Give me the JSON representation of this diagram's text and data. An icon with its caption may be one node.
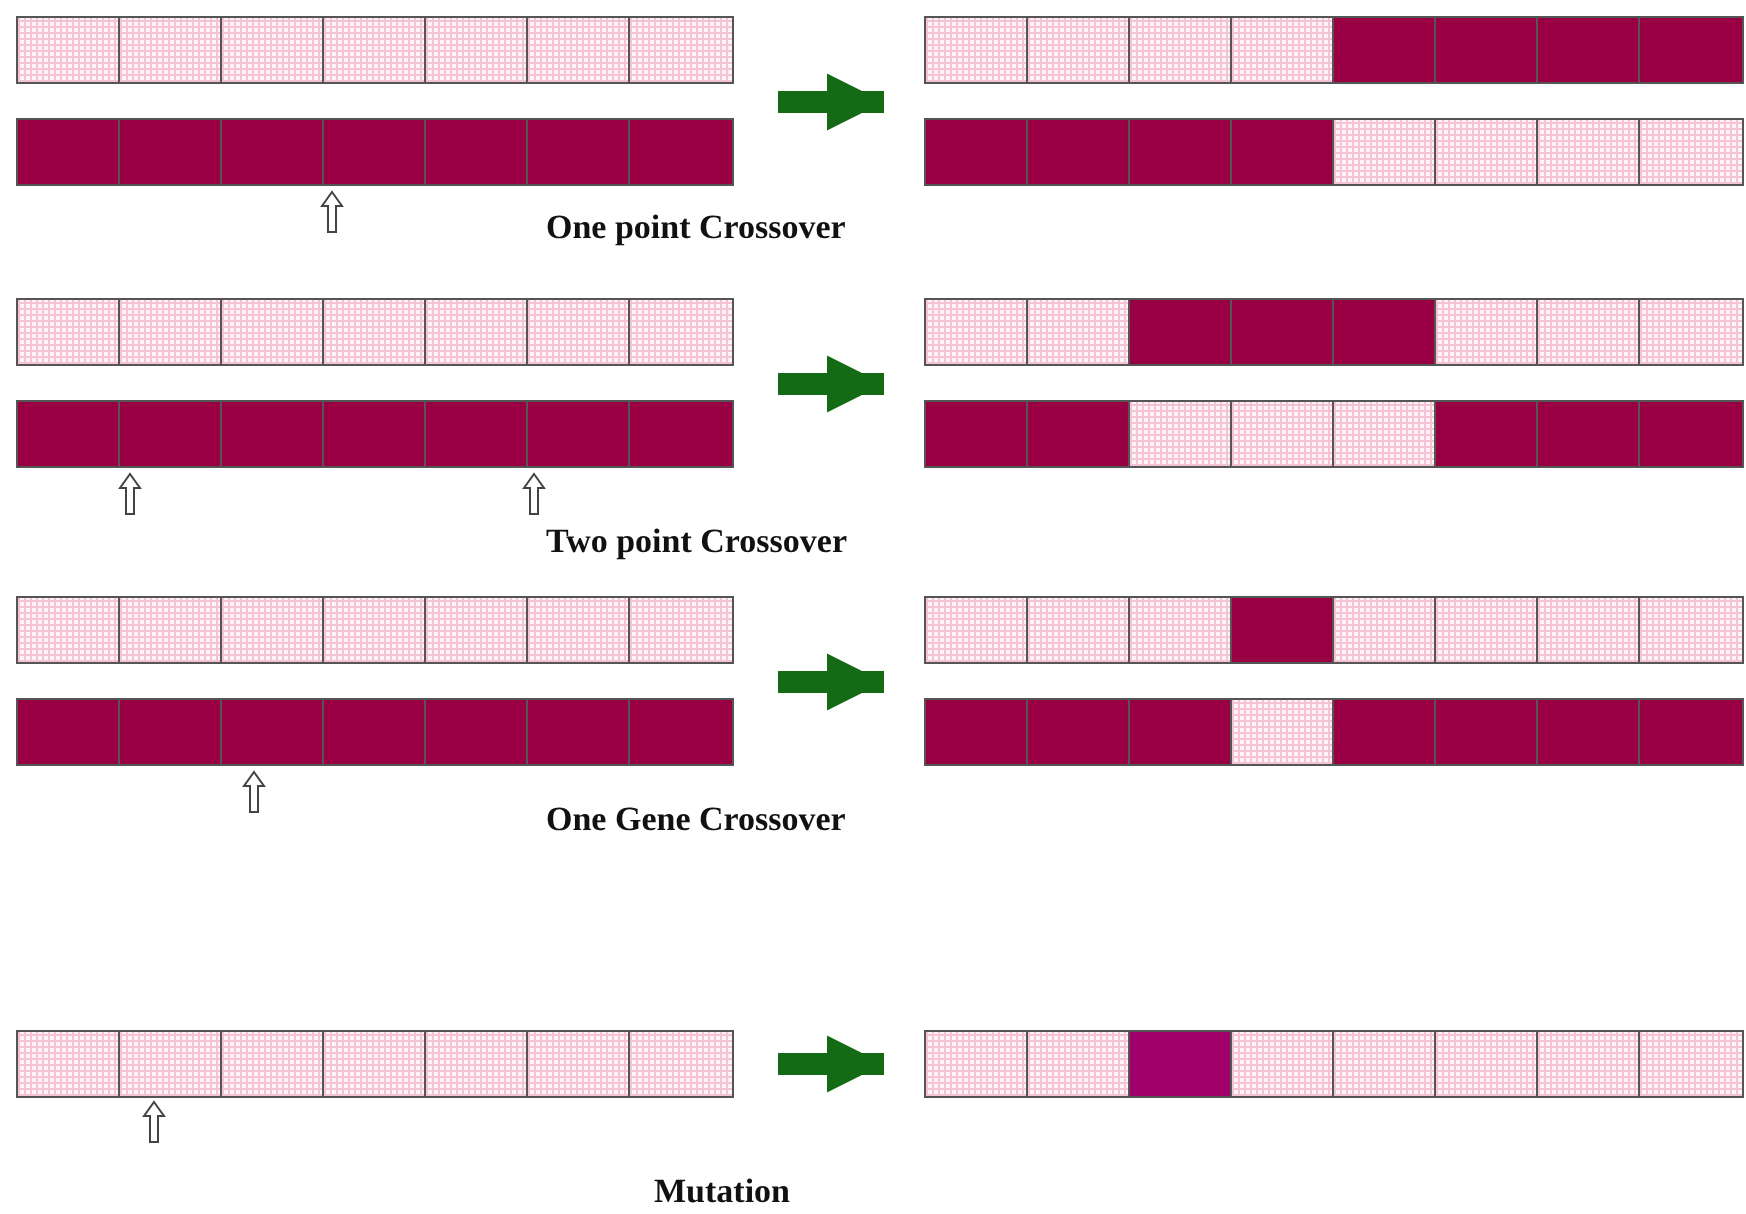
{
  "diagram": {
    "nodes": [
      {
        "text": [],
        "shape": "box"
      },
      {
        "text": [],
        "shape": "bar",
        "in": 0
      },
      {
        "text": [],
        "shape": "bar",
        "in": 0
      },
      {
        "text": [],
        "shape": "box"
      },
      {
        "text": [],
        "shape": "bar",
        "in": 3
      },
      {
        "text": [],
        "shape": "bar",
        "in": 3
      },
      {
        "text": [],
        "shape": "box"
      },
      {
        "text": [],
        "shape": "bar",
        "in": 6
      },
      {
        "text": [],
        "shape": "bar",
        "in": 6
      },
      {
        "text": [],
        "shape": "box"
      },
      {
        "text": [],
        "shape": "bar",
        "in": 9
      },
      {
        "text": [],
        "shape": "bar",
        "in": 9
      },
      {
        "text": [],
        "shape": "box"
      },
      {
        "text": [],
        "shape": "bar",
        "in": 12
      },
      {
        "text": [],
        "shape": "bar",
        "in": 12
      },
      {
        "text": [],
        "shape": "box"
      },
      {
        "text": [],
        "shape": "bar",
        "in": 15
      },
      {
        "text": [],
        "shape": "bar",
        "in": 15
      },
      {
        "text": [],
        "shape": "bar"
      },
      {
        "text": [],
        "shape": "bar"
      }
    ],
    "edges": [
      {
        "from": 0,
        "to": 3,
        "arrow": "to"
      },
      {
        "from": 6,
        "to": 9,
        "arrow": "to"
      },
      {
        "from": 12,
        "to": 15,
        "arrow": "to"
      },
      {
        "from": 18,
        "to": 19,
        "arrow": "to"
      }
    ],
    "labels": [
      "One point Crossover",
      "Two point Crossover",
      "One Gene Crossover",
      "Mutation"
    ]
  }
}
